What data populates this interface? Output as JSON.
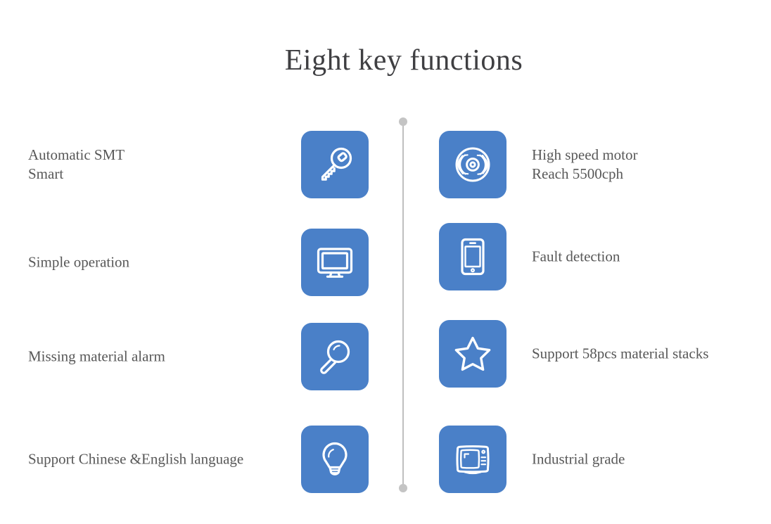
{
  "title": "Eight key functions",
  "colors": {
    "tile": "#4a80c8",
    "icon": "#ffffff",
    "title_text": "#3f3f42",
    "label_text": "#585858",
    "divider": "#bfbfbf",
    "divider_dot": "#c4c4c4",
    "background": "#ffffff"
  },
  "features": {
    "left": [
      {
        "label": "Automatic SMT\nSmart",
        "icon": "key-icon"
      },
      {
        "label": "Simple operation",
        "icon": "monitor-icon"
      },
      {
        "label": "Missing material alarm",
        "icon": "magnifier-icon"
      },
      {
        "label": "Support Chinese &English language",
        "icon": "lightbulb-icon"
      }
    ],
    "right": [
      {
        "label": "High speed motor\nReach 5500cph",
        "icon": "disc-icon"
      },
      {
        "label": "Fault detection",
        "icon": "smartphone-icon"
      },
      {
        "label": "Support 58pcs material stacks",
        "icon": "star-icon"
      },
      {
        "label": "Industrial grade",
        "icon": "television-icon"
      }
    ]
  }
}
